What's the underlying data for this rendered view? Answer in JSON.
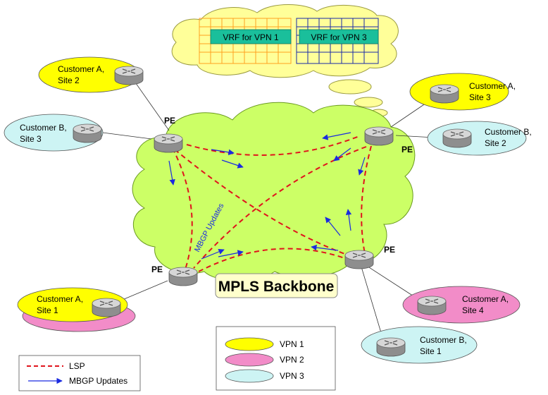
{
  "vrf_tables": [
    {
      "label": "VRF for VPN 1",
      "color": "#ffa020"
    },
    {
      "label": "VRF for VPN 3",
      "color": "#1a2aa8"
    }
  ],
  "pe_label": "PE",
  "backbone_label": "MPLS Backbone",
  "mbgp_label": "MBGP Updates",
  "sites": {
    "a2": {
      "line1": "Customer A,",
      "line2": "Site 2"
    },
    "b3": {
      "line1": "Customer B,",
      "line2": "Site 3"
    },
    "a3": {
      "line1": "Customer A,",
      "line2": "Site 3"
    },
    "b2": {
      "line1": "Customer B,",
      "line2": "Site 2"
    },
    "a1": {
      "line1": "Customer A,",
      "line2": "Site 1"
    },
    "a4": {
      "line1": "Customer A,",
      "line2": "Site 4"
    },
    "b1": {
      "line1": "Customer B,",
      "line2": "Site 1"
    }
  },
  "legend_lines": [
    {
      "label": "LSP"
    },
    {
      "label": "MBGP Updates"
    }
  ],
  "legend_vpn": [
    {
      "label": "VPN 1",
      "color": "#ffff00"
    },
    {
      "label": "VPN 2",
      "color": "#f28cc8"
    },
    {
      "label": "VPN 3",
      "color": "#cdf4f4"
    }
  ],
  "colors": {
    "cloud": "#ccff66",
    "thought_cloud": "#ffff99",
    "vrf_header": "#1abf9b",
    "lsp": "#e0141c",
    "arrow": "#1a2ae0",
    "vpn1": "#ffff00",
    "vpn2": "#f28cc8",
    "vpn3": "#cdf4f4",
    "backbone_box": "#ffffcc"
  }
}
